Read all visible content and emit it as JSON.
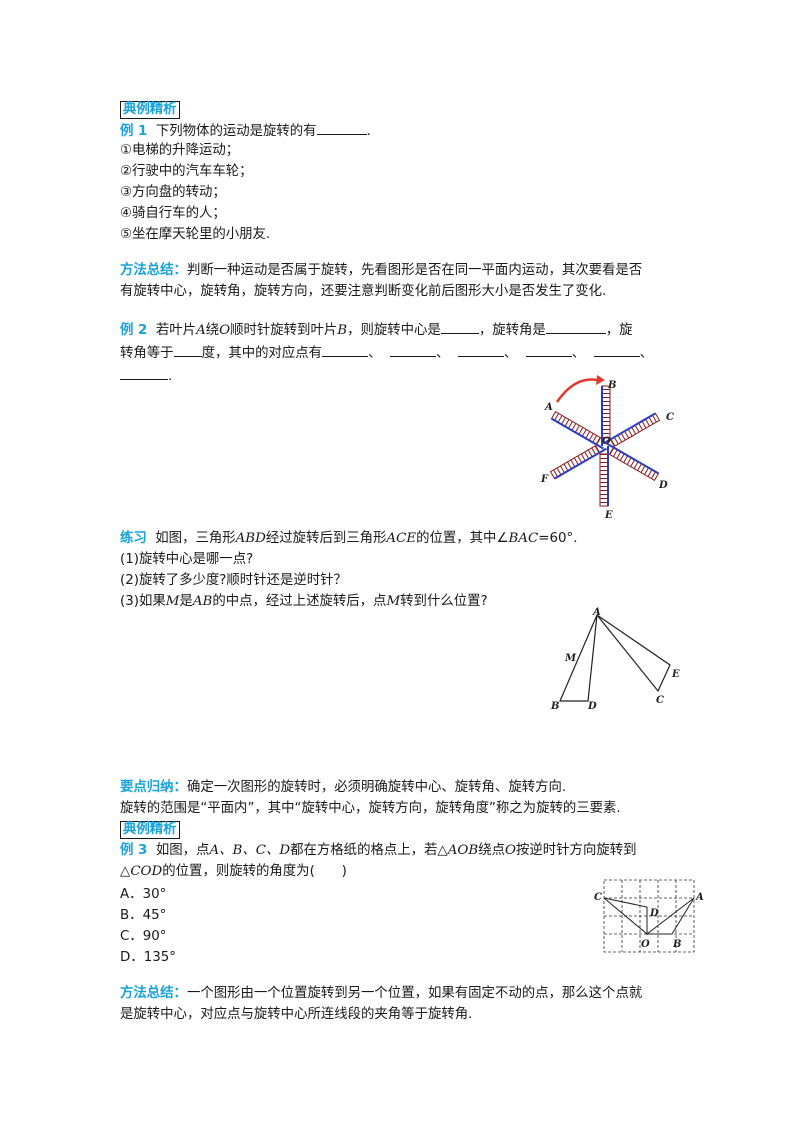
{
  "section_title_1": "典例精析",
  "ex1": {
    "label": "例 1",
    "question": "下列物体的运动是旋转的有",
    "end": ".",
    "options": [
      "①电梯的升降运动；",
      "②行驶中的汽车车轮；",
      "③方向盘的转动；",
      "④骑自行车的人；",
      "⑤坐在摩天轮里的小朋友."
    ]
  },
  "method1": {
    "label": "方法总结：",
    "line1": "判断一种运动是否属于旋转，先看图形是否在同一平面内运动，其次要看是否",
    "line2": "有旋转中心，旋转角，旋转方向，还要注意判断变化前后图形大小是否发生了变化."
  },
  "ex2": {
    "label": "例 2",
    "p1": "若叶片",
    "A": "A",
    "p2": "绕",
    "O": "O",
    "p3": "顺时针旋转到叶片",
    "B": "B",
    "p4": "，则旋转中心是",
    "p5": "，旋转角是",
    "p6": "，旋",
    "p7": "转角等于",
    "p8": "度，其中的对应点有",
    "sep": "、",
    "end": "."
  },
  "fig1_labels": {
    "A": "A",
    "B": "B",
    "C": "C",
    "D": "D",
    "E": "E",
    "F": "F",
    "O": "O"
  },
  "practice": {
    "label": "练习",
    "p1": "如图，三角形",
    "ABD": "ABD",
    "p2": "经过旋转后到三角形",
    "ACE": "ACE",
    "p3": "的位置，其中∠",
    "BAC": "BAC",
    "p4": "=60°.",
    "q1": "(1)旋转中心是哪一点?",
    "q2": "(2)旋转了多少度?顺时针还是逆时针？",
    "q3a": "(3)如果",
    "M": "M",
    "q3b": "是",
    "AB": "AB",
    "q3c": "的中点，经过上述旋转后，点",
    "q3d": "转到什么位置?"
  },
  "fig2_labels": {
    "A": "A",
    "M": "M",
    "E": "E",
    "C": "C",
    "B": "B",
    "D": "D"
  },
  "keypoints": {
    "label": "要点归纳：",
    "line1": "确定一次图形的旋转时，必须明确旋转中心、旋转角、旋转方向.",
    "line2": "旋转的范围是“平面内”，其中“旋转中心，旋转方向，旋转角度”称之为旋转的三要素."
  },
  "section_title_2": "典例精析",
  "ex3": {
    "label": "例 3",
    "p1": "如图，点",
    "pts": "A、B、C、D",
    "p2": "都在方格纸的格点上，若△",
    "AOB": "AOB",
    "p3": "绕点",
    "O": "O",
    "p4": "按逆时针方向旋转到",
    "p5": "△",
    "COD": "COD",
    "p6": "的位置，则旋转的角度为(　　)",
    "options": [
      "A．30°",
      "B．45°",
      "C．90°",
      "D．135°"
    ]
  },
  "fig3_labels": {
    "C": "C",
    "A": "A",
    "D": "D",
    "O": "O",
    "B": "B"
  },
  "method2": {
    "label": "方法总结：",
    "line1": "一个图形由一个位置旋转到另一个位置，如果有固定不动的点，那么这个点就",
    "line2": "是旋转中心，对应点与旋转中心所连线段的夹角等于旋转角."
  },
  "colors": {
    "accent": "#1aa3d9",
    "blade_red": "#8b1a1a",
    "blade_blue": "#2b3dbf"
  }
}
